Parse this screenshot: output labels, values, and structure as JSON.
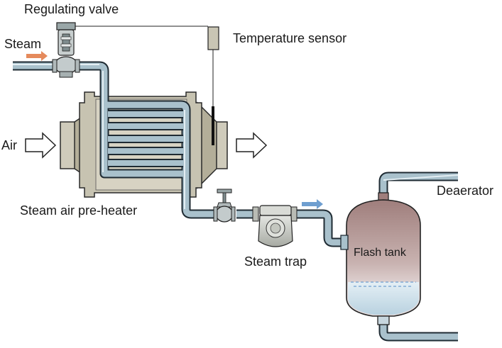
{
  "labels": {
    "regulating_valve": "Regulating valve",
    "steam": "Steam",
    "temperature_sensor": "Temperature sensor",
    "air": "Air",
    "steam_air_preheater": "Steam air pre-heater",
    "steam_trap": "Steam trap",
    "flash_tank": "Flash tank",
    "deaerator": "Deaerator"
  },
  "colors": {
    "pipe_fill": "#a9c1cc",
    "pipe_stroke": "#1f2b33",
    "heater_body": "#c9c5b4",
    "heater_flange": "#a39e8a",
    "tank_steam": "#a88a88",
    "tank_water": "#d6e6ef",
    "steam_arrow": "#e58a5c",
    "condensate_arrow": "#6f9fd0"
  },
  "icons": {
    "air_in": "outline-arrow-right-icon",
    "air_out": "outline-arrow-right-icon",
    "steam_flow": "orange-flow-arrow-icon",
    "condensate_flow": "blue-flow-arrow-icon"
  }
}
